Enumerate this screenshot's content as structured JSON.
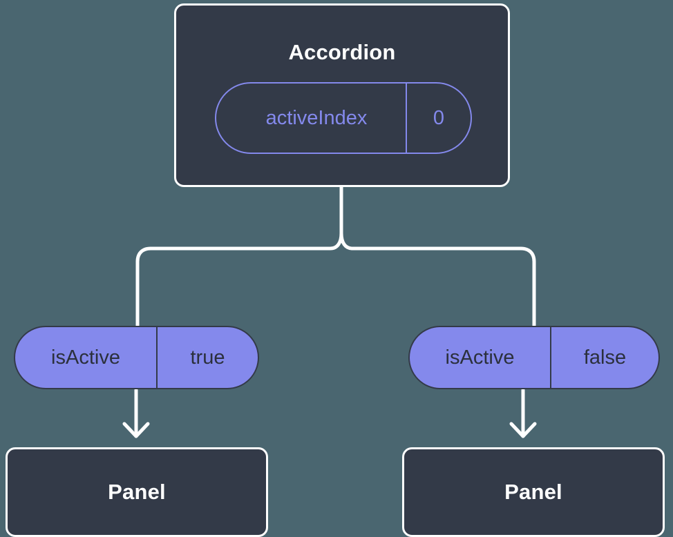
{
  "diagram": {
    "type": "component-state-tree",
    "colors": {
      "background": "#4a6670",
      "node_fill": "#333a48",
      "node_border": "#ffffff",
      "accent_purple": "#8489ec",
      "pill_text": "#2b303c",
      "title_text": "#ffffff",
      "connector": "#ffffff"
    },
    "root": {
      "title": "Accordion",
      "state": {
        "key": "activeIndex",
        "value": "0"
      }
    },
    "branches": [
      {
        "prop": {
          "key": "isActive",
          "value": "true"
        },
        "child": {
          "title": "Panel"
        }
      },
      {
        "prop": {
          "key": "isActive",
          "value": "false"
        },
        "child": {
          "title": "Panel"
        }
      }
    ]
  }
}
